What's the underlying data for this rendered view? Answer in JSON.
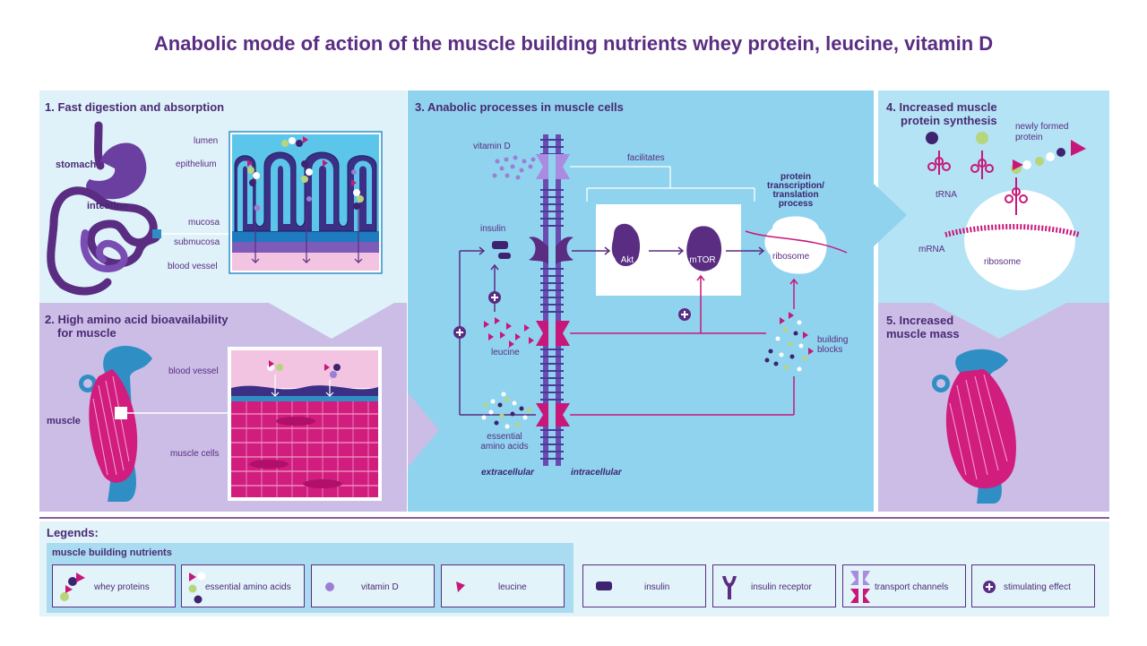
{
  "title": "Anabolic mode of action of the muscle building nutrients whey protein, leucine, vitamin D",
  "panel1": {
    "title": "1. Fast digestion and absorption",
    "stomach": "stomach",
    "intestine": "intestine",
    "lumen": "lumen",
    "epithelium": "epithelium",
    "mucosa": "mucosa",
    "submucosa": "submucosa",
    "blood_vessel": "blood vessel"
  },
  "panel2": {
    "title_line1": "2. High amino acid bioavailability",
    "title_line2": "for muscle",
    "blood_vessel": "blood vessel",
    "muscle": "muscle",
    "muscle_cells": "muscle cells"
  },
  "panel3": {
    "title": "3. Anabolic processes in muscle cells",
    "vitamin_d": "vitamin D",
    "facilitates": "facilitates",
    "insulin": "insulin",
    "akt": "Akt",
    "mtor": "mTOR",
    "process_line1": "protein",
    "process_line2": "transcription/",
    "process_line3": "translation",
    "process_line4": "process",
    "ribosome": "ribosome",
    "leucine": "leucine",
    "building_line1": "building",
    "building_line2": "blocks",
    "eaa_line1": "essential",
    "eaa_line2": "amino acids",
    "extracellular": "extracellular",
    "intracellular": "intracellular"
  },
  "panel4": {
    "title_line1": "4. Increased muscle",
    "title_line2": "protein synthesis",
    "newly_line1": "newly formed",
    "newly_line2": "protein",
    "trna": "tRNA",
    "mrna": "mRNA",
    "ribosome": "ribosome"
  },
  "panel5": {
    "title_line1": "5. Increased",
    "title_line2": "muscle mass"
  },
  "legend": {
    "title": "Legends:",
    "group_title": "muscle building nutrients",
    "whey": "whey proteins",
    "eaa": "essential amino acids",
    "vitd": "vitamin D",
    "leucine": "leucine",
    "insulin": "insulin",
    "receptor": "insulin receptor",
    "channels": "transport channels",
    "stimulating": "stimulating effect"
  },
  "colors": {
    "purple": "#5a2d82",
    "magenta": "#c8177a",
    "lightblue": "#dff2f9",
    "midblue": "#8fd3ee",
    "lavender": "#cbbde6",
    "lime": "#b7d57a"
  }
}
